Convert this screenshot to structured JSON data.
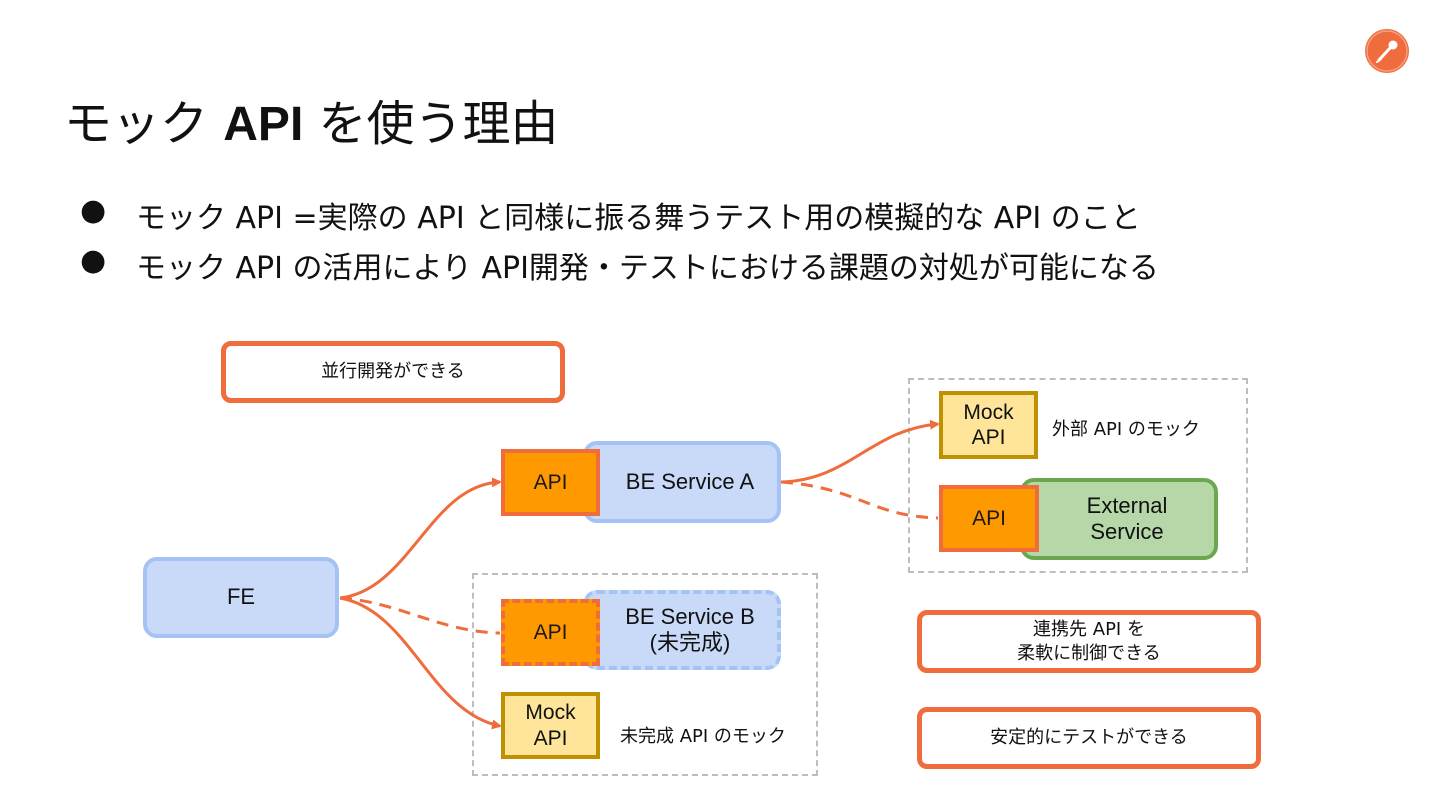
{
  "slide": {
    "title_pre": "モック ",
    "title_bold": "API",
    "title_post": " を使う理由",
    "bullet_marker": "●",
    "bullets": [
      "モック API =実際の API と同様に振る舞うテスト用の模擬的な API のこと",
      "モック API の活用により API開発・テストにおける課題の対処が可能になる"
    ]
  },
  "diagram": {
    "fe": "FE",
    "be_a": "BE Service A",
    "be_b": "BE Service B\n(未完成)",
    "api": "API",
    "mock_api": "Mock\nAPI",
    "external": "External\nService",
    "mock_external_label": "外部 API のモック",
    "mock_incomplete_label": "未完成 API のモック",
    "notes": [
      "並行開発ができる",
      "連携先 API を\n柔軟に制御できる",
      "安定的にテストができる"
    ]
  },
  "colors": {
    "accent": "#ef6c3c",
    "api_fill": "#ff9900",
    "be_fill": "#c9daf8",
    "mock_fill": "#ffe599",
    "external_fill": "#b6d7a8",
    "group_border": "#bdbdbd"
  },
  "icons": {
    "logo": "postman-logo-icon"
  }
}
